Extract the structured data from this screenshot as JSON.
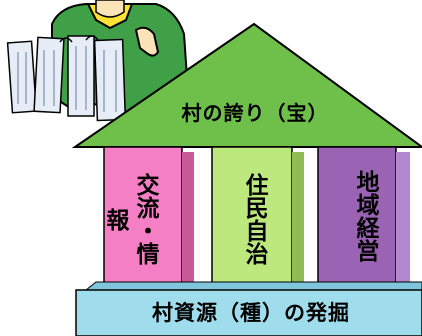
{
  "diagram": {
    "roof_label": "村の誇り（宝）",
    "pillars": [
      {
        "label": "交流・情報",
        "color": "#f47fc4"
      },
      {
        "label": "住民自治",
        "color": "#bde87e"
      },
      {
        "label": "地域経営",
        "color": "#9a63b4"
      }
    ],
    "foundation_label": "村資源（種）の発掘",
    "colors": {
      "roof": "#6fc04a",
      "foundation": "#9fdcec",
      "person_shirt": "#3fa047",
      "person_collar": "#ffe233",
      "papers": "#e7edf6"
    }
  }
}
